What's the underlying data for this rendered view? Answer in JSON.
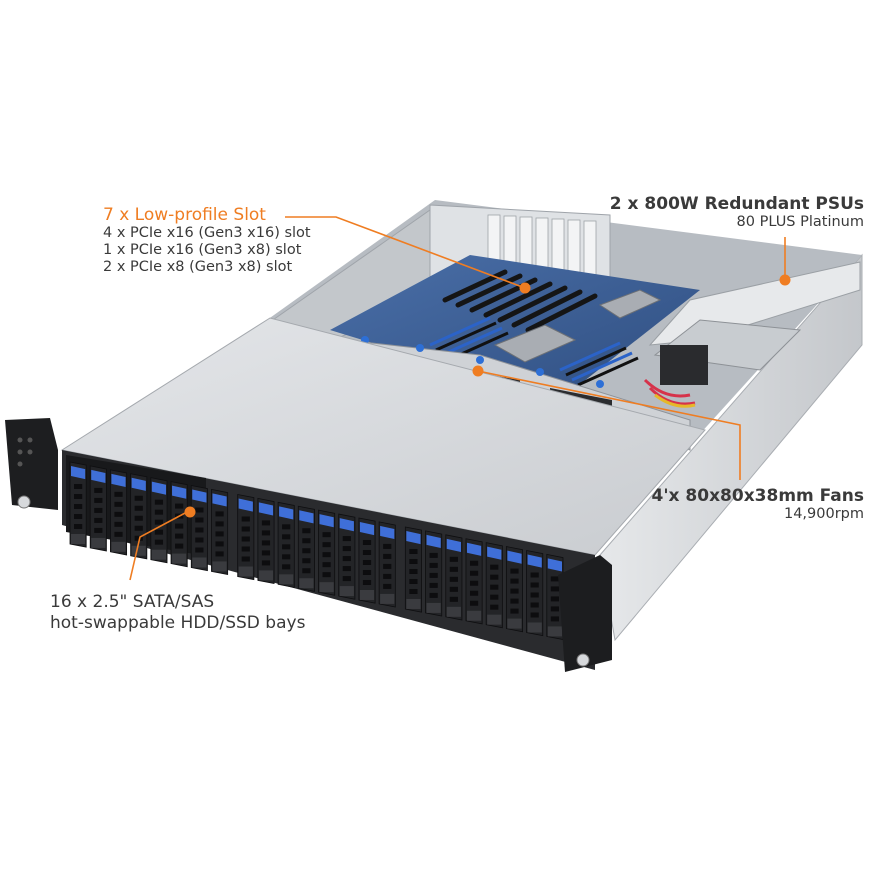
{
  "annotations": {
    "slots": {
      "title": "7 x Low-profile Slot",
      "lines": [
        "4 x PCIe x16 (Gen3 x16) slot",
        "1 x PCIe x16 (Gen3 x8) slot",
        "2 x PCIe x8 (Gen3 x8) slot"
      ]
    },
    "psu": {
      "title": "2 x 800W Redundant PSUs",
      "subtitle": "80 PLUS Platinum"
    },
    "fans": {
      "title": "4'x 80x80x38mm Fans",
      "subtitle": "14,900rpm"
    },
    "bays": {
      "line1": "16 x 2.5\" SATA/SAS",
      "line2": "hot-swappable HDD/SSD bays"
    }
  },
  "colors": {
    "accent": "#ef7d22",
    "text": "#3a3a3a",
    "chassis": "#d9dcdf",
    "bay_latch": "#3f6fd8",
    "bay_body": "#1e1f22",
    "motherboard": "#3c5f9a"
  }
}
